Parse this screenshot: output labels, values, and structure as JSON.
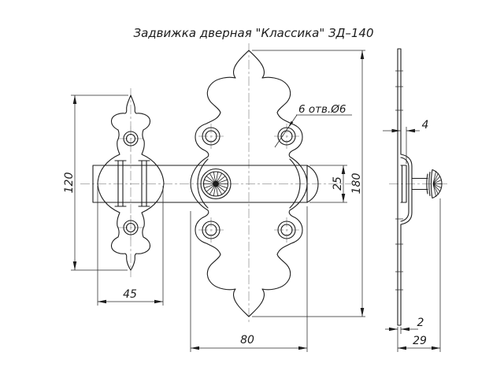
{
  "title": "Задвижка дверная \"Классика\" ЗД–140",
  "dimensions": {
    "small_plate_height": "120",
    "small_plate_width": "45",
    "main_plate_width": "80",
    "main_plate_height": "180",
    "bar_width": "25",
    "bar_thickness": "4",
    "plate_thickness": "2",
    "overall_depth": "29",
    "holes_note": "6 отв.Ø6"
  },
  "colors": {
    "line": "#1c1c1c",
    "dimension": "#2a2a2a",
    "centerline": "#9a9a9a",
    "background": "#ffffff"
  }
}
